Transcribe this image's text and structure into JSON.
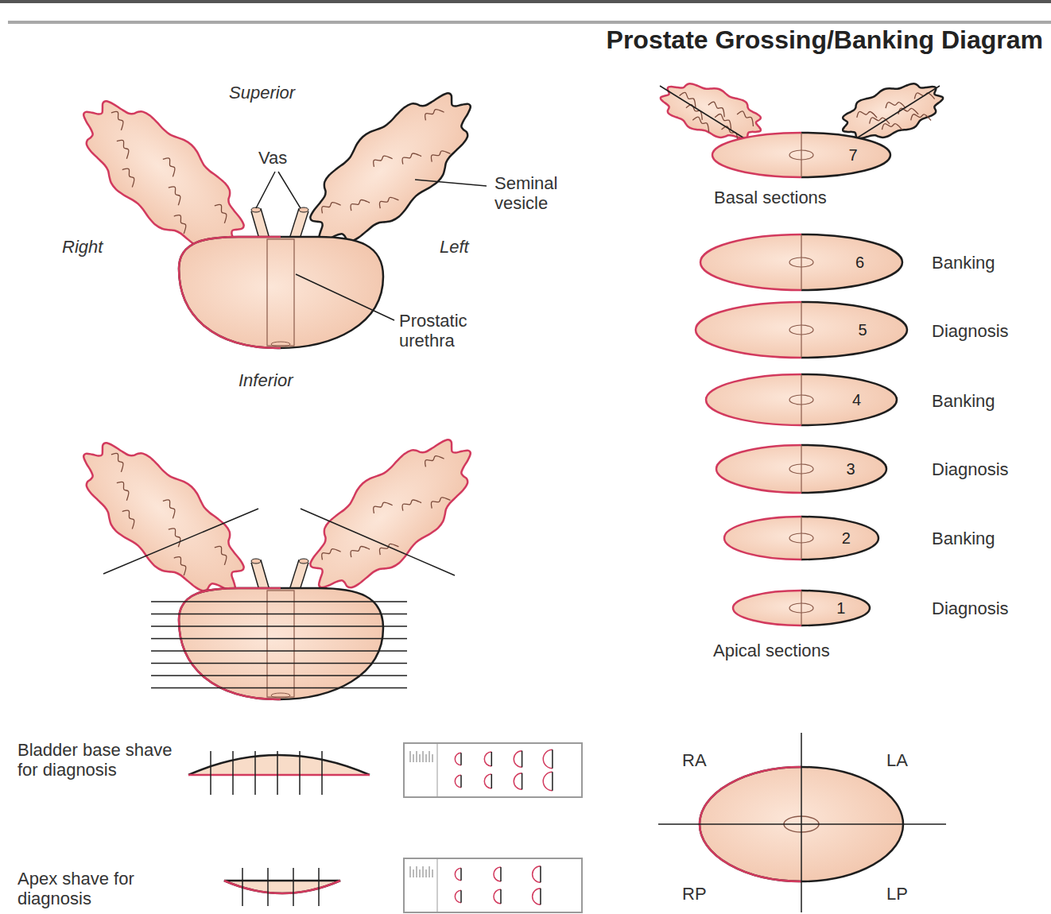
{
  "diagram": {
    "title": "Prostate Grossing/Banking Diagram",
    "nodes": [
      {
        "text": [
          "7"
        ]
      },
      {
        "text": [
          "6"
        ]
      },
      {
        "text": [
          "5"
        ]
      },
      {
        "text": [
          "4"
        ]
      },
      {
        "text": [
          "3"
        ]
      },
      {
        "text": [
          "2"
        ]
      },
      {
        "text": [
          "1"
        ]
      }
    ],
    "labels": [
      "Superior",
      "Vas",
      "Seminal vesicle",
      "Right",
      "Left",
      "Prostatic urethra",
      "Inferior",
      "Basal sections",
      "Banking",
      "Diagnosis",
      "Banking",
      "Diagnosis",
      "Banking",
      "Diagnosis",
      "Apical sections",
      "Bladder base shave for diagnosis",
      "Apex shave for diagnosis",
      "RA",
      "LA",
      "RP",
      "LP"
    ]
  }
}
